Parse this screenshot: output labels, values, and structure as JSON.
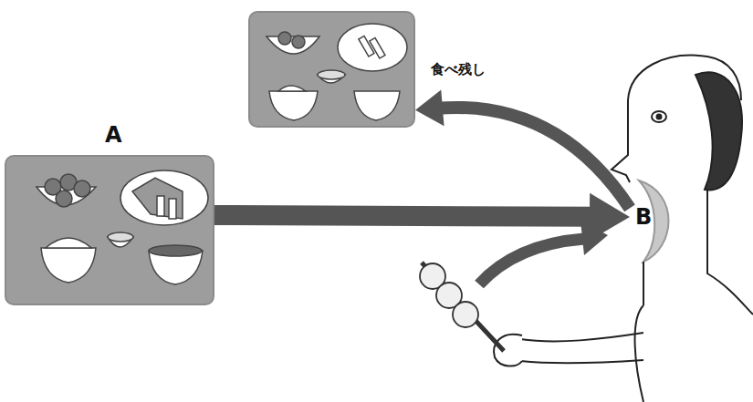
{
  "diagram": {
    "nodes": [
      {
        "text": [
          "A"
        ]
      },
      {
        "text": [
          "B"
        ]
      },
      {
        "text": [
          "食べ残し"
        ]
      }
    ],
    "edges": [
      {
        "from": 0,
        "to": 1,
        "arrow": "to"
      },
      {
        "from": 1,
        "to": 2,
        "arrow": "to"
      }
    ]
  }
}
